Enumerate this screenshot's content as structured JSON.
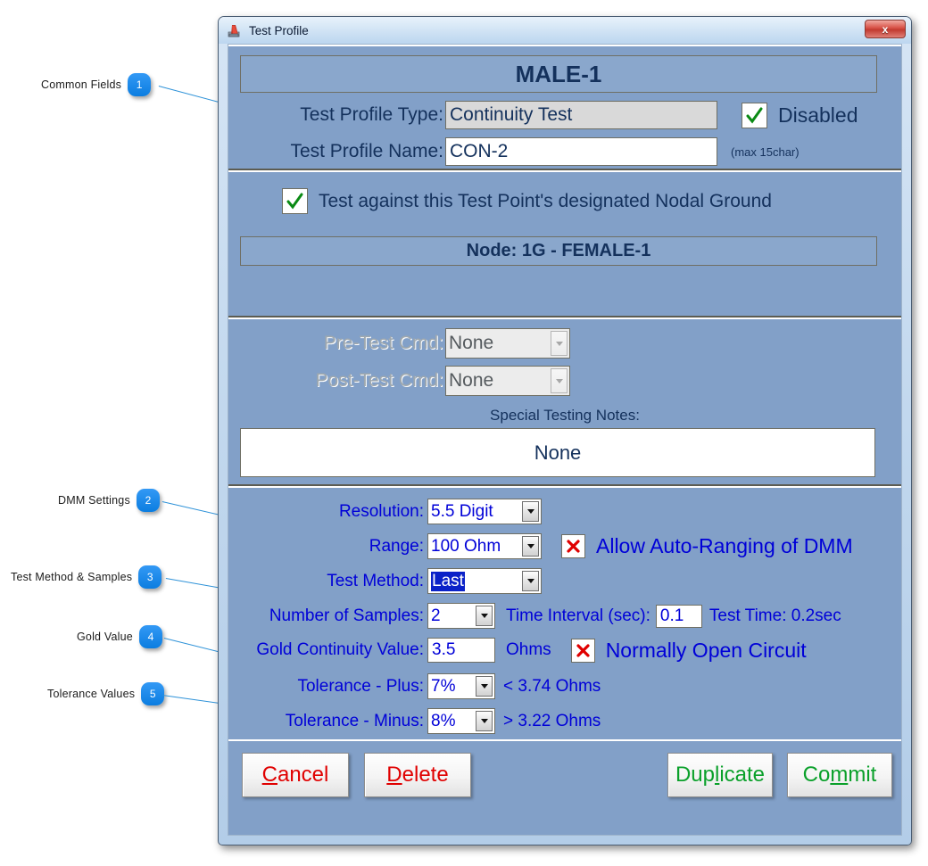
{
  "window": {
    "title": "Test Profile",
    "title_icon": "app-icon",
    "close_label": "x"
  },
  "callouts": [
    {
      "num": "1",
      "label": "Common  Fields"
    },
    {
      "num": "2",
      "label": "DMM Settings"
    },
    {
      "num": "3",
      "label": "Test Method & Samples"
    },
    {
      "num": "4",
      "label": "Gold Value"
    },
    {
      "num": "5",
      "label": "Tolerance Values"
    }
  ],
  "common_fields": {
    "header": "MALE-1",
    "type_label": "Test Profile Type:",
    "type_value": "Continuity Test",
    "disabled_label": "Disabled",
    "disabled_checked": "check",
    "name_label": "Test Profile Name:",
    "name_value": "CON-2",
    "name_hint": "(max 15char)"
  },
  "nodal": {
    "checkbox_mark": "check",
    "checkbox_label": "Test against this Test Point's designated Nodal Ground",
    "node_banner": "Node: 1G - FEMALE-1"
  },
  "commands": {
    "pre_label": "Pre-Test Cmd:",
    "pre_value": "None",
    "post_label": "Post-Test Cmd:",
    "post_value": "None",
    "notes_label": "Special Testing Notes:",
    "notes_value": "None"
  },
  "dmm": {
    "resolution_label": "Resolution:",
    "resolution_value": "5.5 Digit",
    "range_label": "Range:",
    "range_value": "100 Ohm",
    "autorange_mark": "cross",
    "autorange_label": "Allow Auto-Ranging of DMM",
    "method_label": "Test Method:",
    "method_value": "Last",
    "samples_label": "Number of Samples:",
    "samples_value": "2",
    "interval_label": "Time Interval (sec):",
    "interval_value": "0.1",
    "test_time": "Test Time: 0.2sec",
    "gold_label": "Gold Continuity Value:",
    "gold_value": "3.5",
    "gold_units": "Ohms",
    "normally_open_mark": "cross",
    "normally_open_label": "Normally Open Circuit",
    "tol_plus_label": "Tolerance - Plus:",
    "tol_plus_value": "7%",
    "tol_plus_result": "< 3.74 Ohms",
    "tol_minus_label": "Tolerance - Minus:",
    "tol_minus_value": "8%",
    "tol_minus_result": "> 3.22 Ohms"
  },
  "buttons": {
    "cancel": {
      "acc": "C",
      "rest": "ancel"
    },
    "delete": {
      "acc": "D",
      "rest": "elete"
    },
    "duplicate": {
      "pre": "Dup",
      "acc": "l",
      "rest": "icate"
    },
    "commit": {
      "pre": "Co",
      "acc": "m",
      "rest": "mit"
    }
  },
  "colors": {
    "panel_bg": "#82a0c8",
    "label_navy": "#14315c",
    "label_blue": "#0000d8",
    "accent_red": "#e00000",
    "accent_green": "#0aa02a",
    "callout_blue": "#1a8cf0"
  }
}
